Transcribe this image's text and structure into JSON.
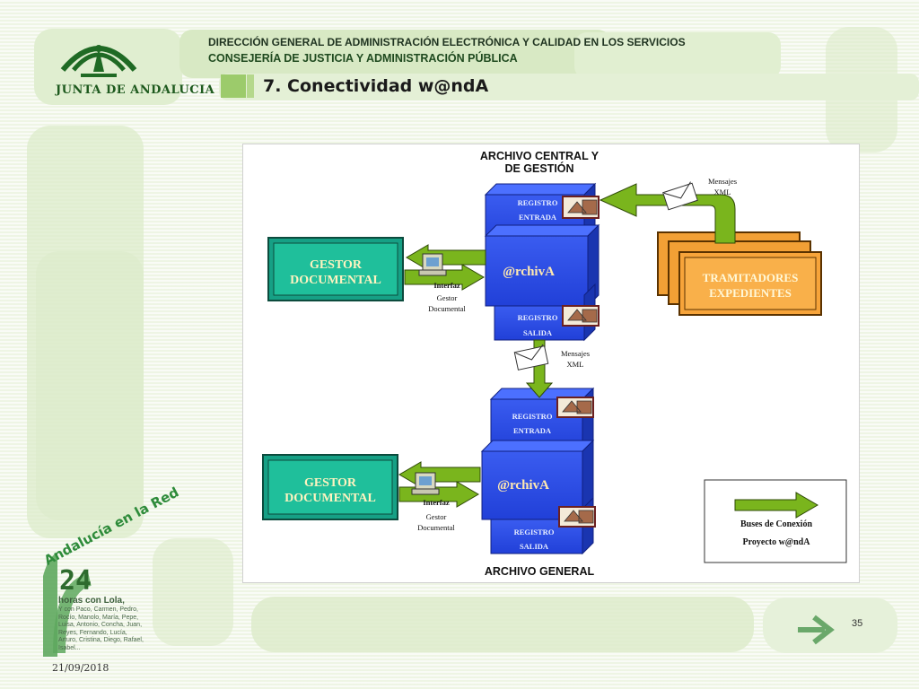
{
  "header": {
    "org_line1": "DIRECCIÓN GENERAL DE ADMINISTRACIÓN ELECTRÓNICA Y CALIDAD EN LOS SERVICIOS",
    "org_line2": "CONSEJERÍA DE JUSTICIA Y ADMINISTRACIÓN PÚBLICA",
    "slide_title": "7. Conectividad w@ndA",
    "logo_text": "JUNTA DE ANDALUCIA"
  },
  "diagram": {
    "top_archive_title_1": "ARCHIVO CENTRAL Y",
    "top_archive_title_2": "DE GESTIÓN",
    "bottom_archive_title": "ARCHIVO GENERAL",
    "registro_entrada_1": "REGISTRO",
    "registro_entrada_2": "ENTRADA",
    "registro_salida_1": "REGISTRO",
    "registro_salida_2": "SALIDA",
    "archiva_label": "@rchivA",
    "gestor_1": "GESTOR",
    "gestor_2": "DOCUMENTAL",
    "interfaz_1": "Interfaz",
    "interfaz_2": "Gestor",
    "interfaz_3": "Documental",
    "mensajes_1": "Mensajes",
    "mensajes_2": "XML",
    "tramitadores_1": "TRAMITADORES",
    "tramitadores_2": "EXPEDIENTES",
    "legend_1": "Buses de Conexión",
    "legend_2": "Proyecto w@ndA"
  },
  "footer": {
    "date": "21/09/2018",
    "page_number": "35",
    "campaign_title": "Andalucía en la Red",
    "campaign_number": "24",
    "campaign_strong": "horas con Lola,",
    "campaign_text": "Y con Paco, Carmen, Pedro, Rocío, Manolo, María, Pepe, Luisa, Antonio, Concha, Juan, Reyes, Fernando, Lucía, Arturo, Cristina, Diego, Rafael, Isabel..."
  },
  "colors": {
    "accent_green": "#7ab51d",
    "box_blue": "#2d4ee0",
    "gestor_teal": "#1aa889",
    "tramitadores_orange": "#f7a43a"
  }
}
